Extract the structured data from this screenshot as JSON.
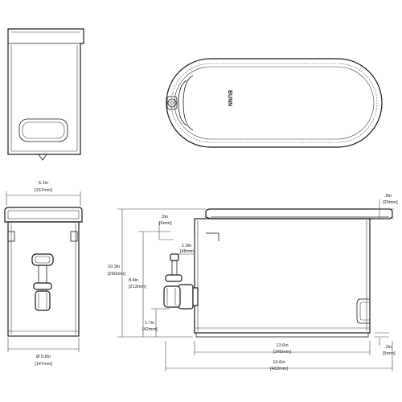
{
  "brand": {
    "logo_text": "BUNN"
  },
  "dimensions": {
    "top_width": {
      "in": "6.2in",
      "mm": "[157mm]"
    },
    "base_diameter": {
      "in": "Ø 5.8in",
      "mm": "[147mm]"
    },
    "lid_offset": {
      "in": ".3in",
      "mm": "[6mm]"
    },
    "lid_height": {
      "in": ".8in",
      "mm": "[20mm]"
    },
    "faucet_projection": {
      "in": "1.9in",
      "mm": "[48mm]"
    },
    "overall_height": {
      "in": "10.3in",
      "mm": "[260mm]"
    },
    "faucet_height": {
      "in": "8.4in",
      "mm": "[213mm]"
    },
    "faucet_clearance": {
      "in": "1.7in",
      "mm": "[42mm]"
    },
    "body_length": {
      "in": "13.6in",
      "mm": "[345mm]"
    },
    "foot_height": {
      "in": ".2in",
      "mm": "[5mm]"
    },
    "overall_length": {
      "in": "16.6in",
      "mm": "[422mm]"
    }
  }
}
